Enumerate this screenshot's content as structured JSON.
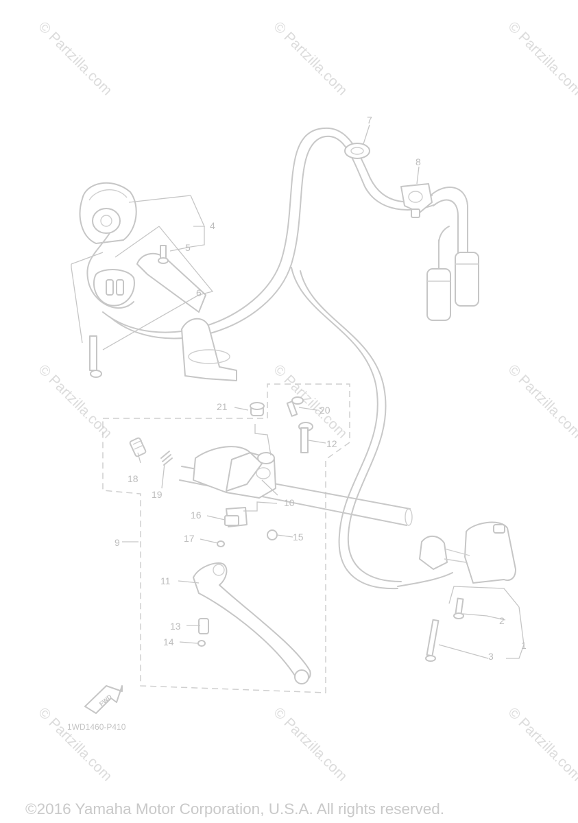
{
  "diagram": {
    "part_numbers": [
      "1",
      "2",
      "3",
      "4",
      "5",
      "6",
      "7",
      "8",
      "9",
      "10",
      "11",
      "12",
      "13",
      "14",
      "15",
      "16",
      "17",
      "18",
      "19",
      "20",
      "21"
    ],
    "drawing_code": "1WD1460-P410",
    "fwd_label": "FWD",
    "watermark": "© Partzilla.com",
    "copyright": "©2016 Yamaha Motor Corporation, U.S.A. All rights reserved."
  }
}
